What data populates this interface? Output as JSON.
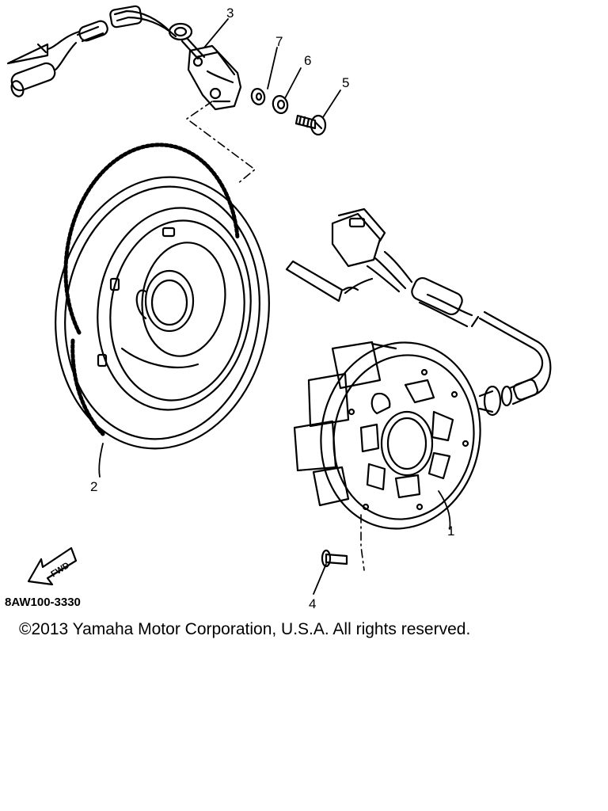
{
  "diagram": {
    "callouts": [
      {
        "id": "1",
        "label": "1"
      },
      {
        "id": "2",
        "label": "2"
      },
      {
        "id": "3",
        "label": "3"
      },
      {
        "id": "4",
        "label": "4"
      },
      {
        "id": "5",
        "label": "5"
      },
      {
        "id": "6",
        "label": "6"
      },
      {
        "id": "7",
        "label": "7"
      }
    ],
    "direction_arrow": "FWD",
    "reference_code": "8AW100-3330",
    "copyright": "©2013 Yamaha Motor Corporation, U.S.A. All rights reserved."
  }
}
